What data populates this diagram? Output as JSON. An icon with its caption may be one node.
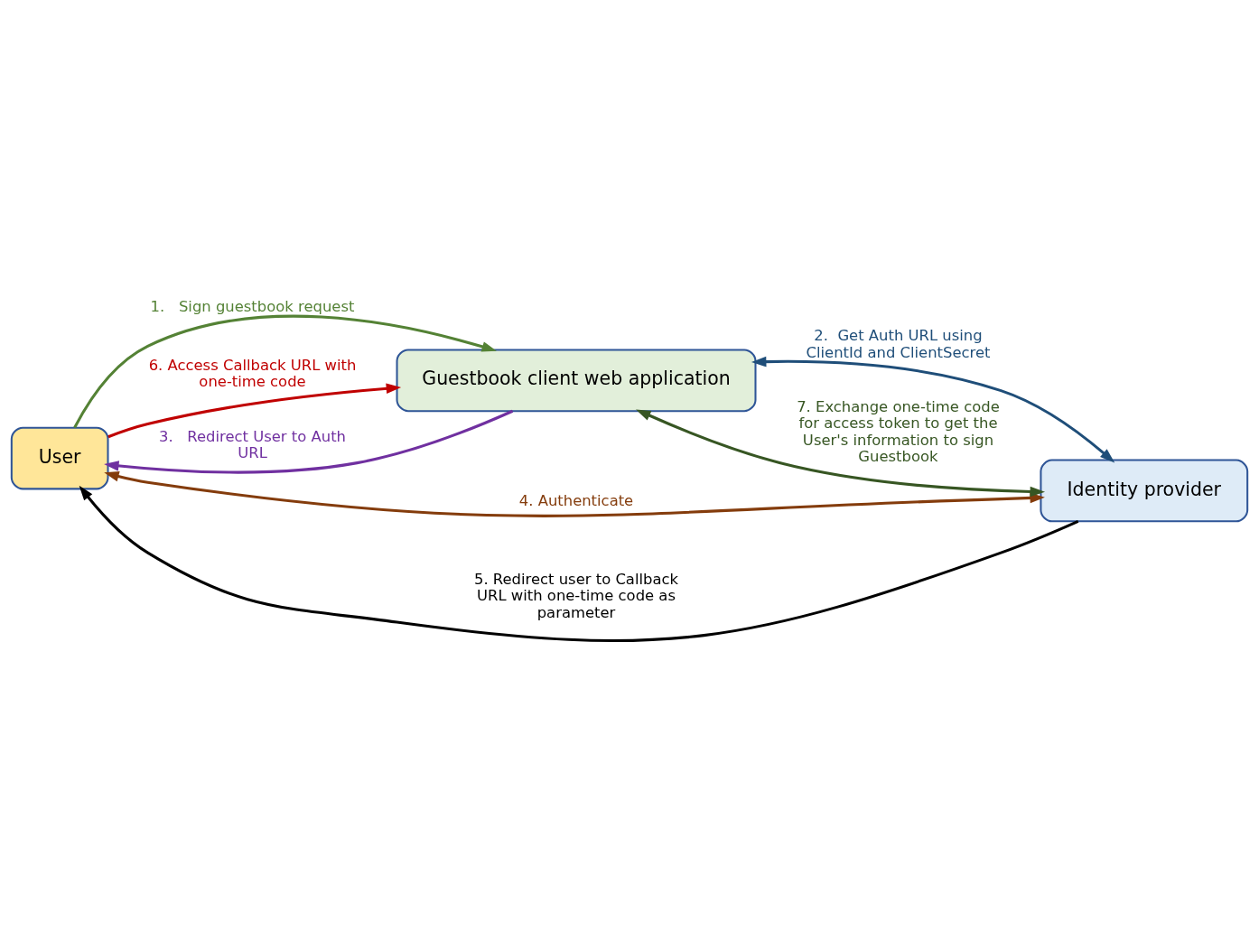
{
  "diagram": {
    "nodes": [
      {
        "text": [
          "User"
        ]
      },
      {
        "text": [
          "Guestbook client web application"
        ]
      },
      {
        "text": [
          "Identity provider"
        ]
      }
    ],
    "edges": [
      {
        "from": 0,
        "to": 1,
        "arrow": "to",
        "label": "1.   Sign guestbook request",
        "color": "#548235"
      },
      {
        "from": 1,
        "to": 0,
        "arrow": "to",
        "label": "3.   Redirect User to Auth URL",
        "color": "#7030a0"
      },
      {
        "from": 0,
        "to": 1,
        "arrow": "to",
        "label": "6. Access Callback URL with one-time code",
        "color": "#c00000"
      },
      {
        "from": 1,
        "to": 2,
        "arrow": "both",
        "label": "2.  Get Auth URL using ClientId and ClientSecret",
        "color": "#1f4e79"
      },
      {
        "from": 1,
        "to": 2,
        "arrow": "both",
        "label": "7. Exchange one-time code for access token to get the User's information to sign Guestbook",
        "color": "#375623"
      },
      {
        "from": 2,
        "to": 0,
        "arrow": "to",
        "label": "5. Redirect user to Callback URL with one-time code as parameter",
        "color": "#000000"
      },
      {
        "from": 0,
        "to": 2,
        "arrow": "both",
        "label": "4. Authenticate",
        "color": "#843c0c"
      }
    ]
  }
}
